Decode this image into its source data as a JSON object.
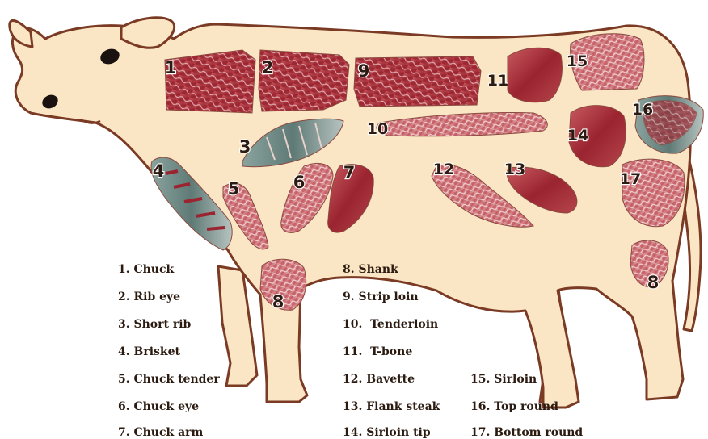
{
  "colors": {
    "body_fill": "#fae6c4",
    "outline": "#7a3a24",
    "meat_dark": "#8f1e26",
    "meat_mid": "#b8444c",
    "meat_light": "#d88a8a",
    "fat": "#e9c6c2",
    "bone": "#6f8a86",
    "label_fill": "#2b1b12",
    "label_stroke": "#ffffff",
    "legend_text": "#2a1a10"
  },
  "markers": [
    "1",
    "2",
    "3",
    "4",
    "5",
    "6",
    "7",
    "8",
    "9",
    "10",
    "11",
    "12",
    "13",
    "14",
    "15",
    "16",
    "17",
    "8"
  ],
  "legend": {
    "col1": [
      "1. Chuck",
      "2. Rib eye",
      "3. Short rib",
      "4. Brisket",
      "5. Chuck tender",
      "6. Chuck eye",
      "7. Chuck arm"
    ],
    "col2": [
      "8. Shank",
      "9. Strip loin",
      "10.  Tenderloin",
      "11.  T-bone",
      "12. Bavette",
      "13. Flank steak",
      "14. Sirloin tip"
    ],
    "col3": [
      "15. Sirloin",
      "16. Top round",
      "17. Bottom round"
    ]
  }
}
